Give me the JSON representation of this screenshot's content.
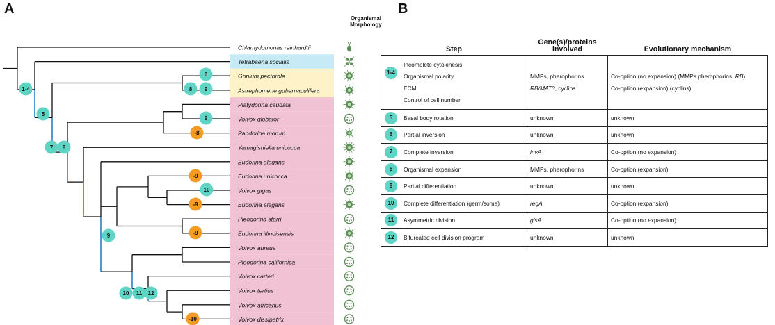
{
  "panel_a": {
    "letter": "A",
    "morphology_header": [
      "Organismal",
      "Morphology"
    ],
    "taxa": [
      {
        "name": "Chlamydomonas reinhardtii",
        "band": "none",
        "icon": "unicell-icon"
      },
      {
        "name": "Tetrabaena socialis",
        "band": "blue",
        "icon": "tetrad-colony-icon"
      },
      {
        "name": "Gonium pectorale",
        "band": "yellow",
        "icon": "plate-colony-icon"
      },
      {
        "name": "Astrephomene gubernaculifera",
        "band": "yellow",
        "icon": "spheroid-colony-icon"
      },
      {
        "name": "Platydorina caudata",
        "band": "pink",
        "icon": "spheroid-colony-icon"
      },
      {
        "name": "Volvox globator",
        "band": "pink",
        "icon": "volvox-colony-icon"
      },
      {
        "name": "Pandorina morum",
        "band": "pink",
        "icon": "flat-colony-icon"
      },
      {
        "name": "Yamagishiella unicocca",
        "band": "pink",
        "icon": "spiky-colony-icon"
      },
      {
        "name": "Eudorina elegans",
        "band": "pink",
        "icon": "spheroid-colony-icon"
      },
      {
        "name": "Eudorina unicocca",
        "band": "pink",
        "icon": "spheroid-colony-icon"
      },
      {
        "name": "Volvox gigas",
        "band": "pink",
        "icon": "volvox-colony-icon"
      },
      {
        "name": "Eudorina elegans",
        "band": "pink",
        "icon": "spheroid-colony-icon"
      },
      {
        "name": "Pleodorina starri",
        "band": "pink",
        "icon": "volvox-colony-icon"
      },
      {
        "name": "Eudorina illinoisensis",
        "band": "pink",
        "icon": "spheroid-colony-icon"
      },
      {
        "name": "Volvox aureus",
        "band": "pink",
        "icon": "volvox-colony-icon"
      },
      {
        "name": "Pleodorina californica",
        "band": "pink",
        "icon": "volvox-colony-icon"
      },
      {
        "name": "Volvox carteri",
        "band": "pink",
        "icon": "volvox-colony-icon"
      },
      {
        "name": "Volvox tertius",
        "band": "pink",
        "icon": "volvox-colony-icon"
      },
      {
        "name": "Volvox africanus",
        "band": "pink",
        "icon": "volvox-colony-icon"
      },
      {
        "name": "Volvox dissipatrix",
        "band": "pink",
        "icon": "volvox-colony-icon"
      }
    ],
    "node_markers": [
      {
        "label": "1-4",
        "kind": "gain"
      },
      {
        "label": "5",
        "kind": "gain"
      },
      {
        "label": "6",
        "kind": "gain"
      },
      {
        "label": "8",
        "kind": "gain"
      },
      {
        "label": "9",
        "kind": "gain"
      },
      {
        "label": "7",
        "kind": "gain"
      },
      {
        "label": "8",
        "kind": "gain"
      },
      {
        "label": "9",
        "kind": "gain"
      },
      {
        "label": "-8",
        "kind": "loss"
      },
      {
        "label": "-9",
        "kind": "loss"
      },
      {
        "label": "10",
        "kind": "gain"
      },
      {
        "label": "-9",
        "kind": "loss"
      },
      {
        "label": "-9",
        "kind": "loss"
      },
      {
        "label": "9",
        "kind": "gain"
      },
      {
        "label": "10",
        "kind": "gain"
      },
      {
        "label": "11",
        "kind": "gain"
      },
      {
        "label": "12",
        "kind": "gain"
      },
      {
        "label": "-10",
        "kind": "loss"
      }
    ],
    "colors": {
      "gain": "#5fd3c4",
      "loss": "#f39c21",
      "branch": "#111111",
      "highlight_branch": "#3a8fd9",
      "band_blue": "#c6ebf7",
      "band_yellow": "#fdf2c8",
      "band_pink": "#f0c2d4",
      "icon_green": "#5e8f58"
    }
  },
  "panel_b": {
    "letter": "B",
    "headers": {
      "step": "Step",
      "genes": "Gene(s)/proteins involved",
      "mechanism": "Evolutionary mechanism"
    },
    "rows": [
      {
        "badge": "1-4",
        "step_lines": [
          "Incomplete cytokinesis",
          "Organismal polarity",
          "ECM",
          "Control of cell number"
        ],
        "gene_lines": [
          "MMPs, pherophorins",
          "RB/MAT3, cyclins"
        ],
        "mechanism_lines": [
          "Co-option (no expansion) (MMPs pherophorins, RB)",
          "Co-option (expansion) (cyclins)"
        ]
      },
      {
        "badge": "5",
        "step": "Basal body rotation",
        "genes": "unknown",
        "mechanism": "unknown"
      },
      {
        "badge": "6",
        "step": "Partial inversion",
        "genes": "unknown",
        "mechanism": "unknown"
      },
      {
        "badge": "7",
        "step": "Complete inversion",
        "genes": "invA",
        "mechanism": "Co-option (no expansion)"
      },
      {
        "badge": "8",
        "step": "Organismal expansion",
        "genes": "MMPs, pherophorins",
        "mechanism": "Co-option (expansion)"
      },
      {
        "badge": "9",
        "step": "Partial differentiation",
        "genes": "unknown",
        "mechanism": "unknown"
      },
      {
        "badge": "10",
        "step": "Complete differentiation (germ/soma)",
        "genes": "regA",
        "mechanism": "Co-option (expansion)"
      },
      {
        "badge": "11",
        "step": "Asymmetric division",
        "genes": "glsA",
        "mechanism": "Co-option (no expansion)"
      },
      {
        "badge": "12",
        "step": "Bifurcated cell division program",
        "genes": "unknown",
        "mechanism": "unknown"
      }
    ]
  }
}
